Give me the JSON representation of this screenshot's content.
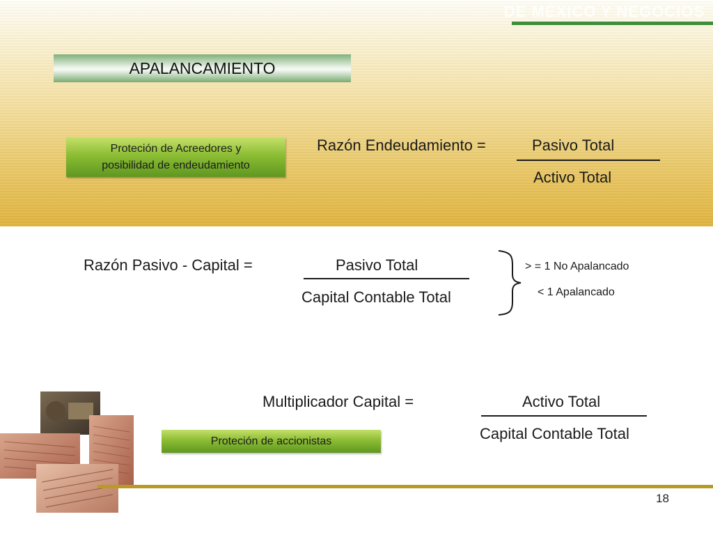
{
  "header": {
    "text": "DE MÉXICO Y NEGOCIOS"
  },
  "title": "APALANCAMIENTO",
  "boxes": {
    "acreedores": {
      "line1": "Proteción de Acreedores y",
      "line2": "posibilidad de endeudamiento"
    },
    "accionistas": "Proteción de accionistas"
  },
  "formulas": {
    "endeudamiento": {
      "label": "Razón Endeudamiento =",
      "numerator": "Pasivo Total",
      "denominator": "Activo Total"
    },
    "pasivo_capital": {
      "label": "Razón Pasivo - Capital =",
      "numerator": "Pasivo Total",
      "denominator": "Capital Contable Total",
      "conditions": [
        "> = 1 No Apalancado",
        "< 1 Apalancado"
      ]
    },
    "multiplicador": {
      "label": "Multiplicador Capital =",
      "numerator": "Activo Total",
      "denominator": "Capital Contable Total"
    }
  },
  "photo_icon": "newspaper-collage",
  "page_number": "18",
  "colors": {
    "band_top": "#fffef7",
    "band_bottom": "#dfb33c",
    "header_rule": "#3f8e3b",
    "box_green": "#8cbd34",
    "footer_line": "#b89a25"
  }
}
